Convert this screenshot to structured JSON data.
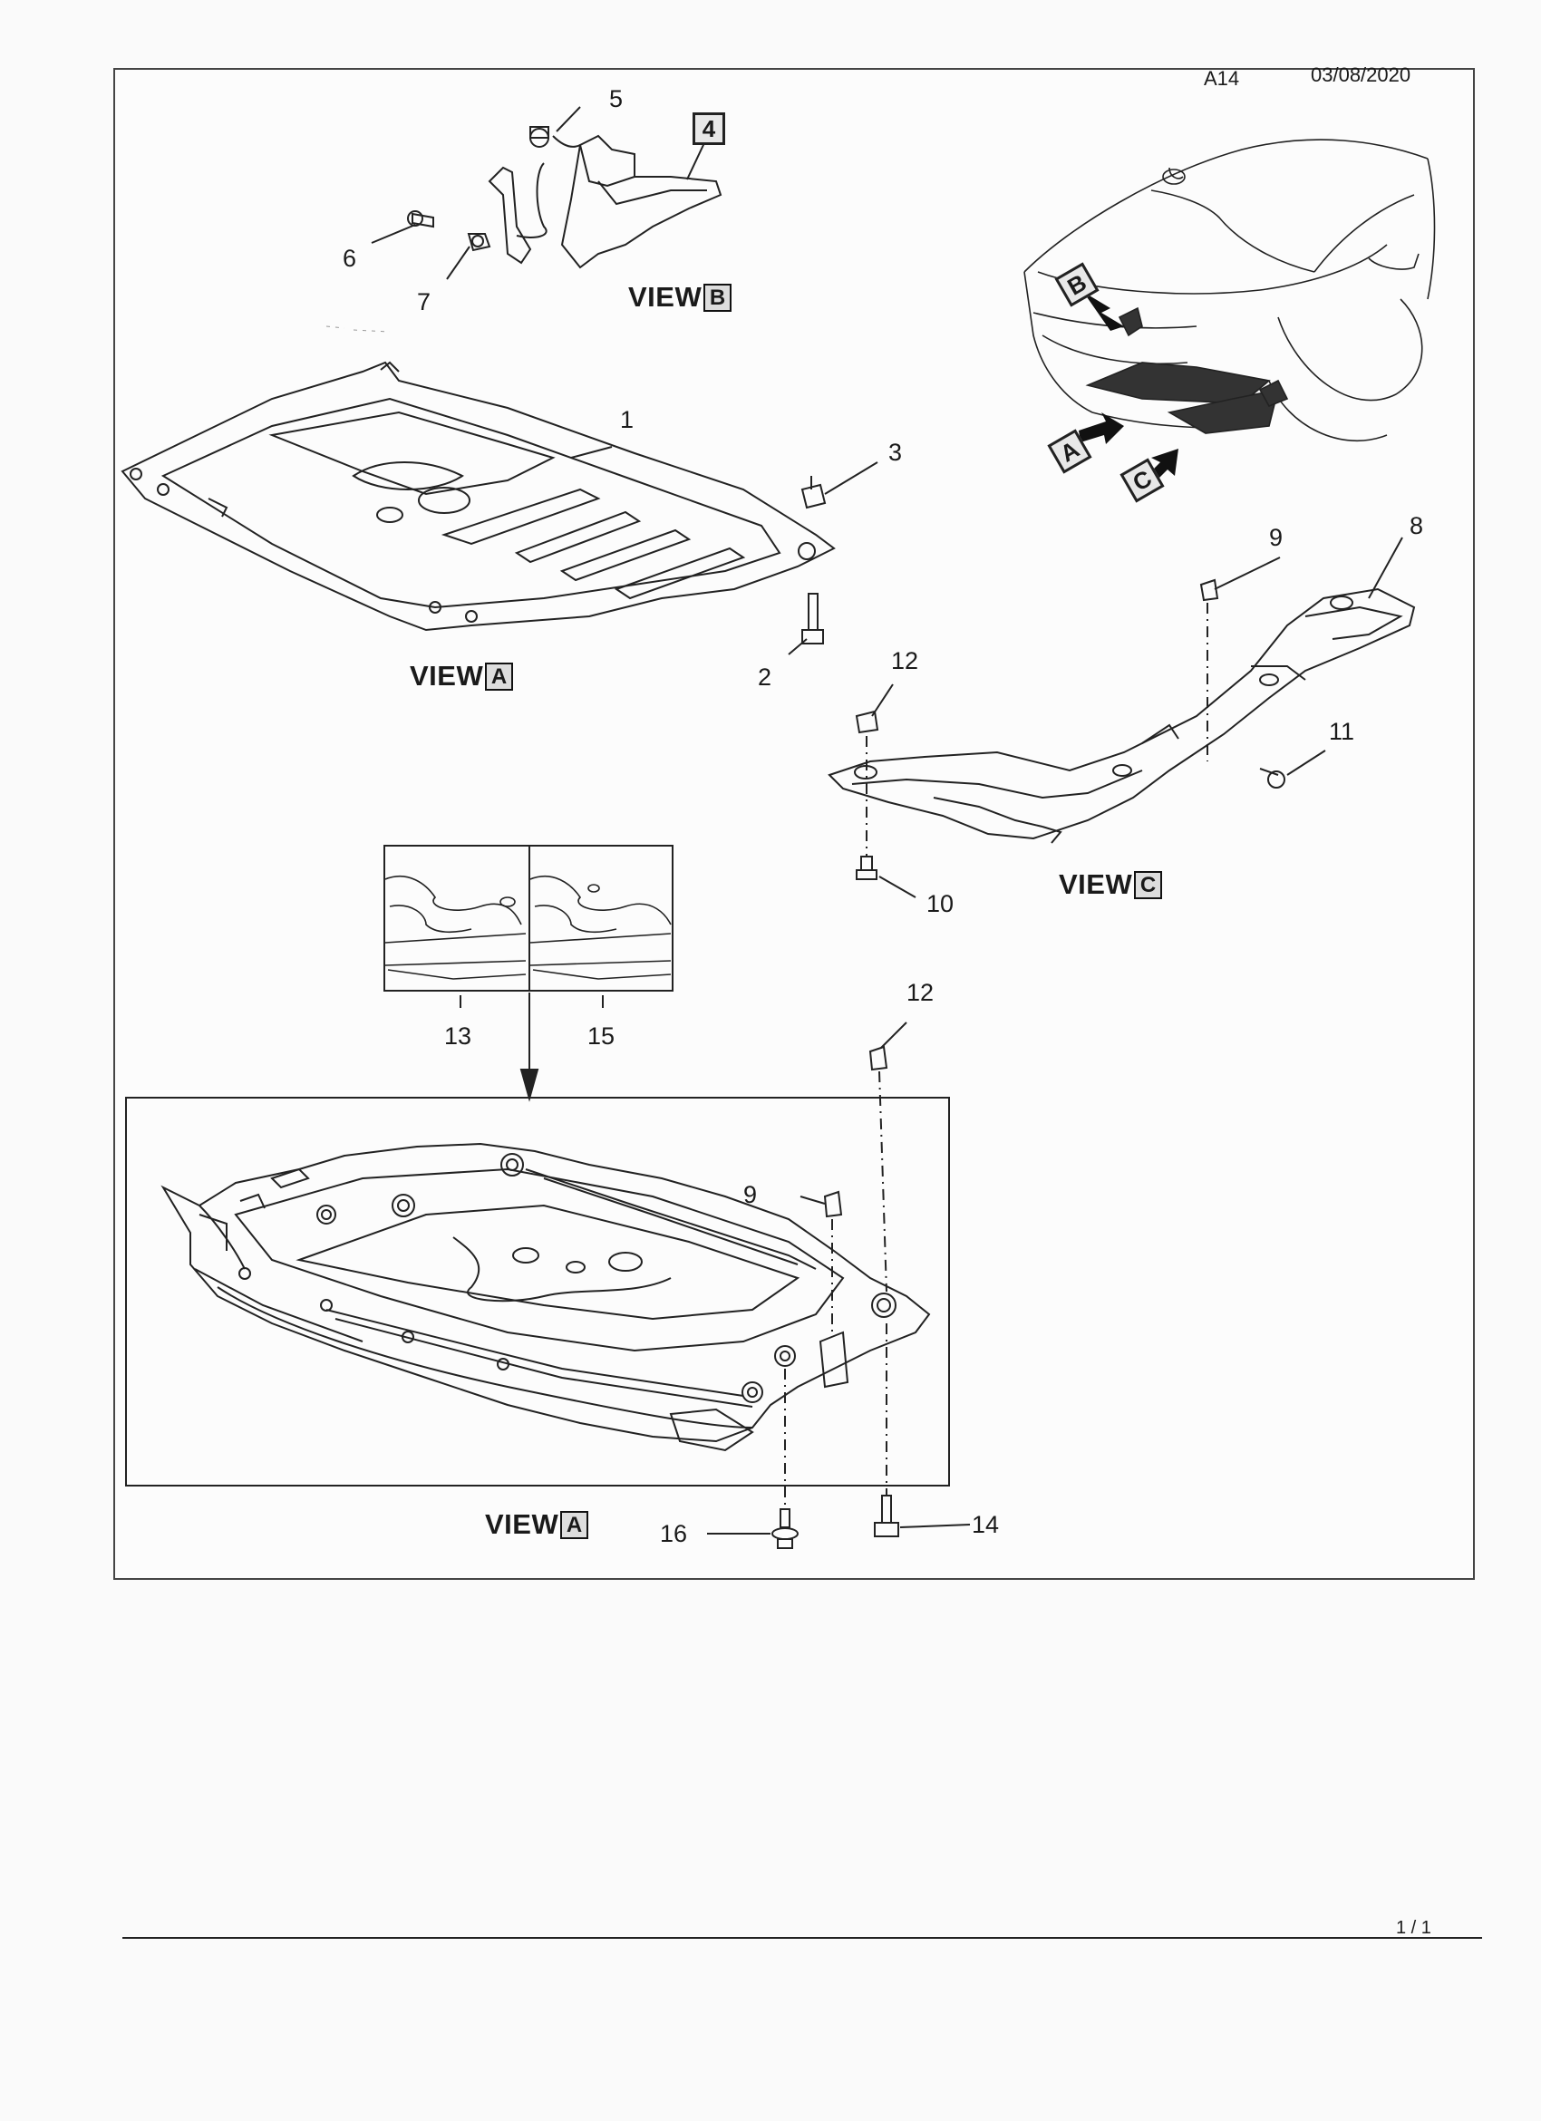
{
  "header": {
    "page_code": "A14",
    "date": "03/08/2020"
  },
  "views": {
    "view_b_word": "VIEW",
    "view_b_letter": "B",
    "view_a_upper_word": "VIEW",
    "view_a_upper_letter": "A",
    "view_c_word": "VIEW",
    "view_c_letter": "C",
    "view_a_lower_word": "VIEW",
    "view_a_lower_letter": "A"
  },
  "car_locator": {
    "arrow_b": "B",
    "arrow_a": "A",
    "arrow_c": "C"
  },
  "callouts": {
    "c1": "1",
    "c2": "2",
    "c3": "3",
    "c4": "4",
    "c5": "5",
    "c6": "6",
    "c7": "7",
    "c8": "8",
    "c9_upper": "9",
    "c10": "10",
    "c11": "11",
    "c12_upper": "12",
    "c12_lower": "12",
    "c13": "13",
    "c15": "15",
    "c9_lower": "9",
    "c14": "14",
    "c16": "16"
  },
  "footer": {
    "page_number": "1 / 1"
  }
}
